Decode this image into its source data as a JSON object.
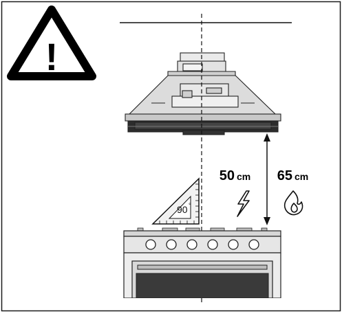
{
  "warning": {
    "symbol": "!"
  },
  "measurements": {
    "electric": {
      "value": "50",
      "unit": "cm"
    },
    "gas": {
      "value": "65",
      "unit": "cm"
    }
  },
  "square": {
    "angle_label": "90",
    "degree_mark": "°"
  },
  "icons": {
    "warning": "warning-triangle-icon",
    "electric": "lightning-bolt-icon",
    "gas": "flame-icon"
  },
  "stove": {
    "knob_count": 6
  }
}
